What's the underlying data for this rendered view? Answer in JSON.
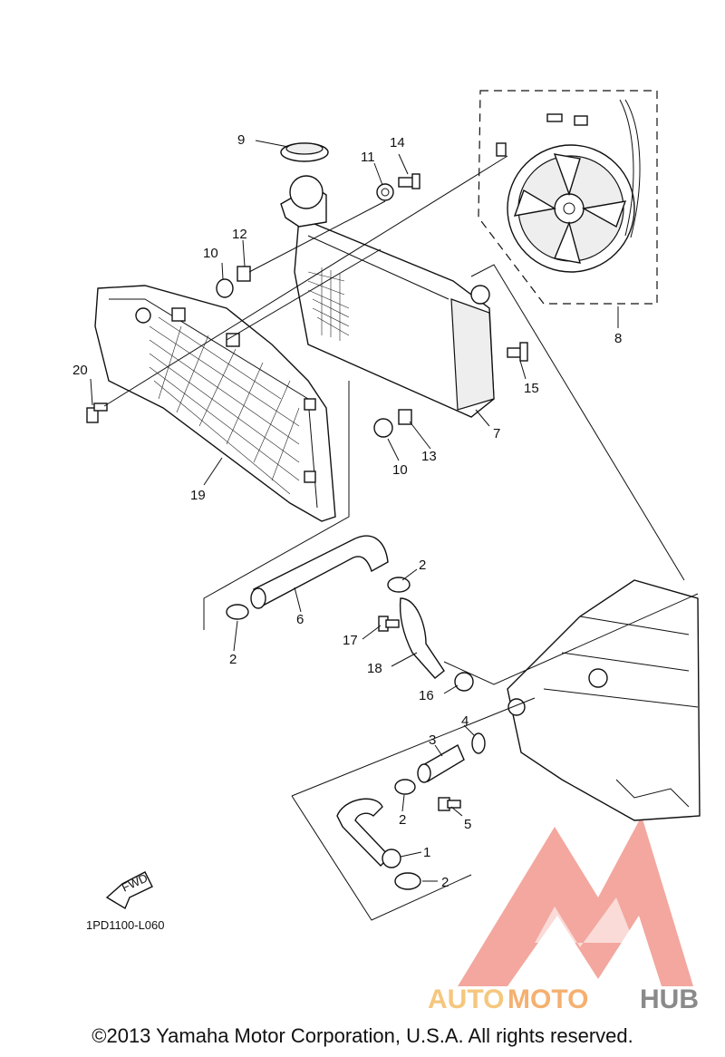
{
  "diagram": {
    "part_labels": [
      "9",
      "14",
      "11",
      "12",
      "10",
      "20",
      "19",
      "15",
      "7",
      "13",
      "10",
      "8",
      "2",
      "6",
      "2",
      "17",
      "18",
      "16",
      "4",
      "3",
      "2",
      "5",
      "1",
      "2"
    ],
    "diagram_code": "1PD1100-L060",
    "fwd_label": "FWD",
    "copyright": "©2013 Yamaha Motor Corporation, U.S.A. All rights reserved.",
    "watermark": {
      "text_auto": "AUTO",
      "text_moto": "MOTO",
      "text_hub": "HUB",
      "colors": {
        "auto": "#f5c77e",
        "moto": "#f5b070",
        "hub": "#8a8a8a",
        "logo": "#f08a7e"
      }
    }
  }
}
